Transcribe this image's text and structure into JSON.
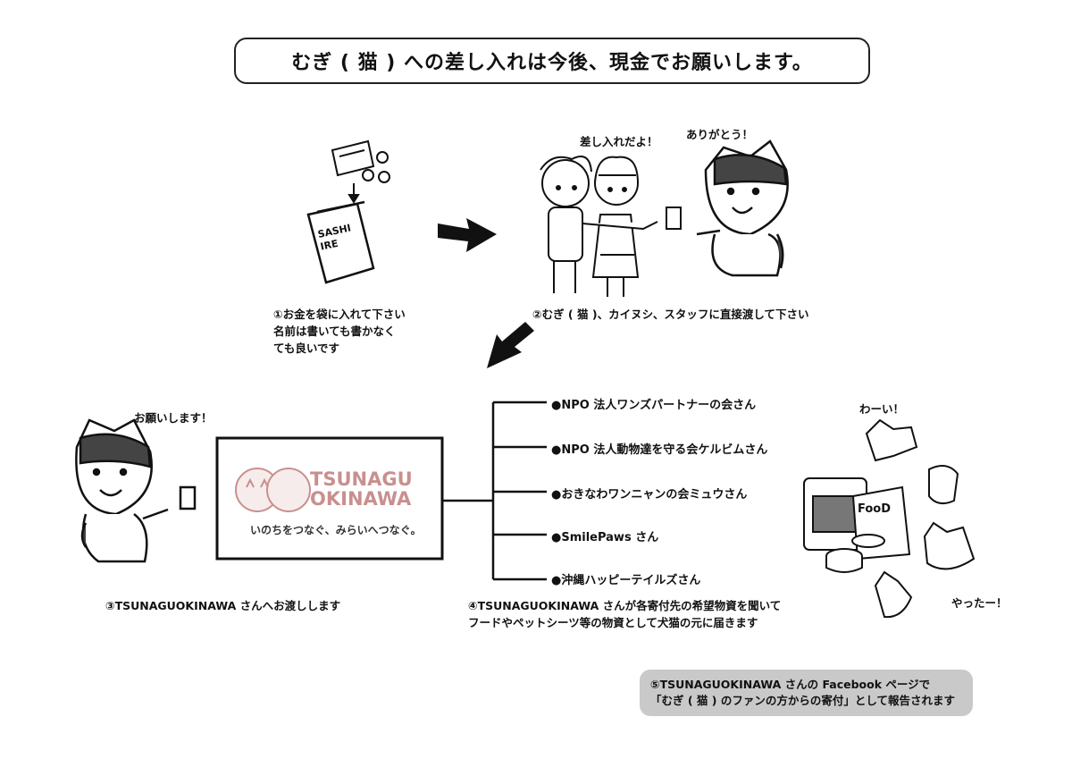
{
  "title": "むぎ ( 猫 ) への差し入れは今後、現金でお願いします。",
  "steps": {
    "step1": "①お金を袋に入れて下さい\n  名前は書いても書かなく\n  ても良いです",
    "step2": "②むぎ ( 猫 )、カイヌシ、スタッフに直接渡して下さい",
    "step3": "③TSUNAGUOKINAWA さんへお渡しします",
    "step4": "④TSUNAGUOKINAWA さんが各寄付先の希望物資を聞いて\n  フードやペットシーツ等の物資として犬猫の元に届きます",
    "step5": "⑤TSUNAGUOKINAWA さんの Facebook ページで\n「むぎ ( 猫 ) のファンの方からの寄付」として報告されます"
  },
  "speech": {
    "sashiire": "差し入れだよ！",
    "arigatou": "ありがとう！",
    "onegai": "お願いします！",
    "wai": "わーい！",
    "yatta": "やったー！"
  },
  "envelope_text": "SASHI\nIRE",
  "food_label": "FooD",
  "logo": {
    "line1": "TSUNAGU",
    "line2": "OKINAWA",
    "tagline": "いのちをつなぐ、みらいへつなぐ。"
  },
  "recipients": [
    "●NPO 法人ワンズパートナーの会さん",
    "●NPO 法人動物達を守る会ケルビムさん",
    "●おきなわワンニャンの会ミュウさん",
    "●SmilePaws さん",
    "●沖縄ハッピーテイルズさん"
  ],
  "colors": {
    "ink": "#111111",
    "logo_pink": "#c98f8f",
    "report_bg": "#c9c9c9"
  }
}
